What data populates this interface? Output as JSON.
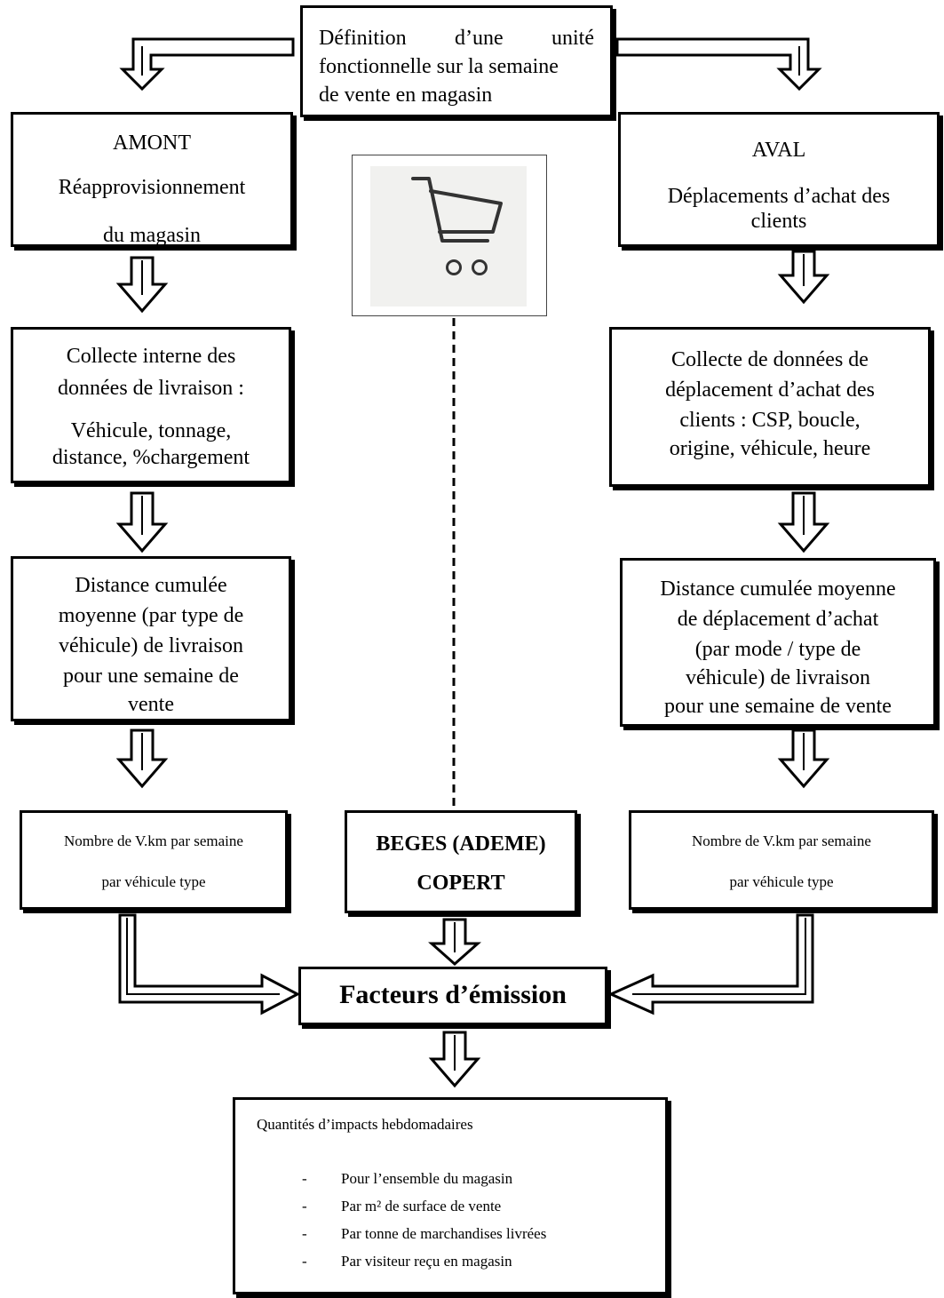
{
  "definition": {
    "line1_words": [
      "Définition",
      "d’une",
      "unité"
    ],
    "line2": "fonctionnelle sur la semaine",
    "line3": "de vente en magasin"
  },
  "amont": {
    "title": "AMONT",
    "line1": "Réapprovisionnement",
    "line2": "du magasin",
    "collecte": [
      "Collecte interne des",
      "données de livraison :",
      "Véhicule, tonnage,",
      "distance, %chargement"
    ],
    "distance": [
      "Distance cumulée",
      "moyenne (par type de",
      "véhicule) de livraison",
      "pour une semaine de",
      "vente"
    ],
    "vkm": [
      "Nombre de V.km par semaine",
      "par véhicule type"
    ]
  },
  "aval": {
    "title": "AVAL",
    "line1": "Déplacements d’achat des",
    "line2": "clients",
    "collecte": [
      "Collecte de données de",
      "déplacement d’achat des",
      "clients : CSP, boucle,",
      "origine, véhicule, heure"
    ],
    "distance": [
      "Distance cumulée moyenne",
      "de déplacement d’achat",
      "(par mode / type de",
      "véhicule) de livraison",
      "pour une semaine de vente"
    ],
    "vkm": [
      "Nombre de V.km par semaine",
      "par véhicule type"
    ]
  },
  "center": {
    "cart_icon": "shopping-cart-icon",
    "beges_line1": "BEGES (ADEME)",
    "beges_line2": "COPERT",
    "facteurs": "Facteurs d’émission"
  },
  "impacts": {
    "title": "Quantités d’impacts hebdomadaires",
    "items": [
      "Pour l’ensemble du magasin",
      "Par m² de surface de vente",
      "Par tonne de marchandises livrées",
      "Par visiteur reçu en magasin"
    ]
  }
}
